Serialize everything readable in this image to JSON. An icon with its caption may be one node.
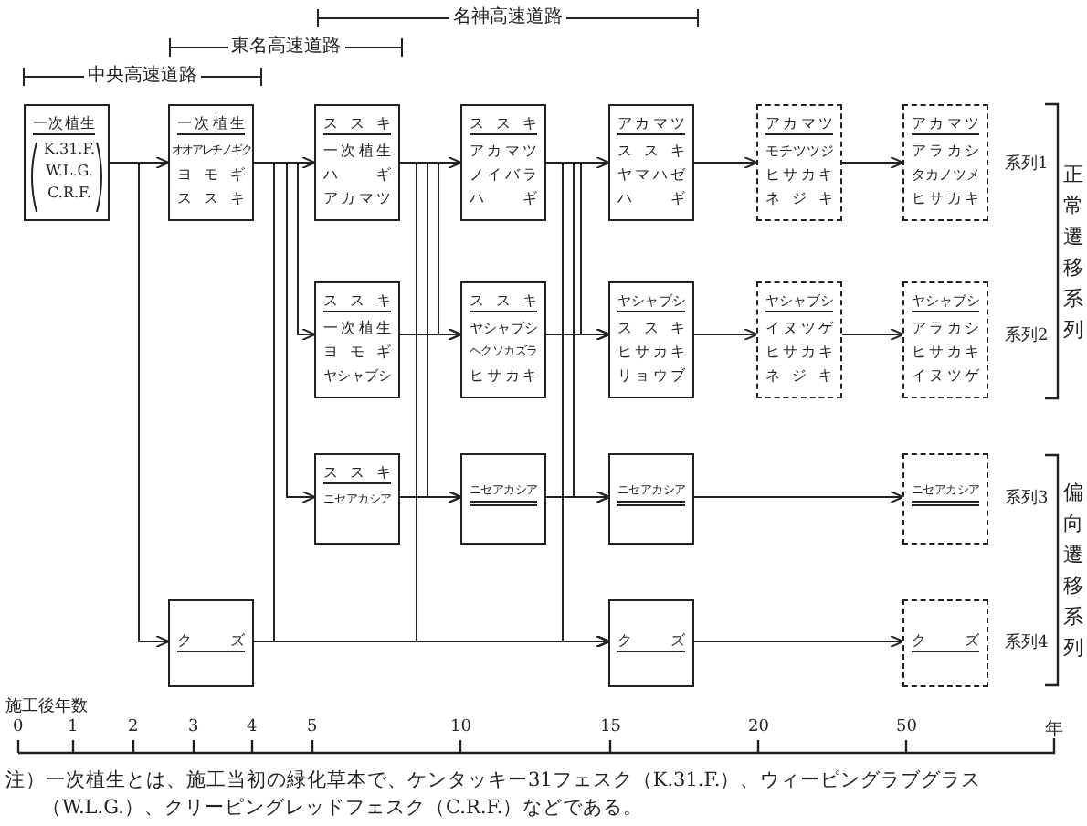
{
  "diagram": {
    "nodes": [
      {
        "text": [
          "一次植生",
          "K.31.F.",
          "W.L.G.",
          "C.R.F."
        ]
      },
      {
        "text": [
          "一次植生",
          "オオアレチノギク",
          "ヨモギ",
          "ススキ"
        ]
      },
      {
        "text": [
          "ススキ",
          "一次植生",
          "ハギ",
          "アカマツ"
        ]
      },
      {
        "text": [
          "ススキ",
          "アカマツ",
          "ノイバラ",
          "ハギ"
        ]
      },
      {
        "text": [
          "アカマツ",
          "ススキ",
          "ヤマハゼ",
          "ハギ"
        ]
      },
      {
        "text": [
          "アカマツ",
          "モチツツジ",
          "ヒサカキ",
          "ネジキ"
        ]
      },
      {
        "text": [
          "アカマツ",
          "アラカシ",
          "タカノツメ",
          "ヒサカキ"
        ],
        "beside": [
          "系列1"
        ]
      },
      {
        "text": [
          "ススキ",
          "一次植生",
          "ヨモギ",
          "ヤシャブシ"
        ]
      },
      {
        "text": [
          "ススキ",
          "ヤシャブシ",
          "ヘクソカズラ",
          "ヒサカキ"
        ]
      },
      {
        "text": [
          "ヤシャブシ",
          "ススキ",
          "ヒサカキ",
          "リョウブ"
        ]
      },
      {
        "text": [
          "ヤシャブシ",
          "イヌツゲ",
          "ヒサカキ",
          "ネジキ"
        ]
      },
      {
        "text": [
          "ヤシャブシ",
          "アラカシ",
          "ヒサカキ",
          "イヌツゲ"
        ],
        "beside": [
          "系列2"
        ]
      },
      {
        "text": [
          "ススキ",
          "ニセアカシア"
        ]
      },
      {
        "text": [
          "ニセアカシア"
        ]
      },
      {
        "text": [
          "ニセアカシア"
        ]
      },
      {
        "text": [
          "ニセアカシア"
        ],
        "beside": [
          "系列3"
        ]
      },
      {
        "text": [
          "クズ"
        ]
      },
      {
        "text": [
          "クズ"
        ]
      },
      {
        "text": [
          "クズ"
        ],
        "beside": [
          "系列4"
        ]
      }
    ],
    "edges": [
      {
        "from": 0,
        "to": 1,
        "arrow": "to"
      },
      {
        "from": 0,
        "to": 16,
        "arrow": "to"
      },
      {
        "from": 1,
        "to": 2,
        "arrow": "to"
      },
      {
        "from": 1,
        "to": 7,
        "arrow": "to"
      },
      {
        "from": 1,
        "to": 12,
        "arrow": "to"
      },
      {
        "from": 1,
        "to": 17,
        "arrow": "to"
      },
      {
        "from": 2,
        "to": 3,
        "arrow": "to"
      },
      {
        "from": 2,
        "to": 8,
        "arrow": "to"
      },
      {
        "from": 2,
        "to": 13,
        "arrow": "to"
      },
      {
        "from": 2,
        "to": 17,
        "arrow": "to"
      },
      {
        "from": 3,
        "to": 4,
        "arrow": "to"
      },
      {
        "from": 3,
        "to": 9,
        "arrow": "to"
      },
      {
        "from": 3,
        "to": 14,
        "arrow": "to"
      },
      {
        "from": 3,
        "to": 17,
        "arrow": "to"
      },
      {
        "from": 4,
        "to": 5,
        "arrow": "to"
      },
      {
        "from": 5,
        "to": 6,
        "arrow": "to"
      },
      {
        "from": 7,
        "to": 8,
        "arrow": "to"
      },
      {
        "from": 8,
        "to": 9,
        "arrow": "to"
      },
      {
        "from": 9,
        "to": 10,
        "arrow": "to"
      },
      {
        "from": 10,
        "to": 11,
        "arrow": "to"
      },
      {
        "from": 12,
        "to": 13,
        "arrow": "to"
      },
      {
        "from": 13,
        "to": 14,
        "arrow": "to"
      },
      {
        "from": 14,
        "to": 15,
        "arrow": "to"
      },
      {
        "from": 16,
        "to": 17,
        "arrow": "to"
      },
      {
        "from": 17,
        "to": 18,
        "arrow": "to"
      }
    ],
    "labels": [
      "名神高速道路",
      "東名高速道路",
      "中央高速道路",
      "正常遷移系列",
      "偏向遷移系列",
      "施工後年数",
      "0",
      "1",
      "2",
      "3",
      "4",
      "5",
      "10",
      "15",
      "20",
      "50",
      "年",
      "注）一次植生とは、施工当初の緑化草本で、ケンタッキー31フェスク（K.31.F.）、ウィーピングラブグラス（W.L.G.）、クリーピングレッドフェスク（C.R.F.）などである。"
    ]
  }
}
